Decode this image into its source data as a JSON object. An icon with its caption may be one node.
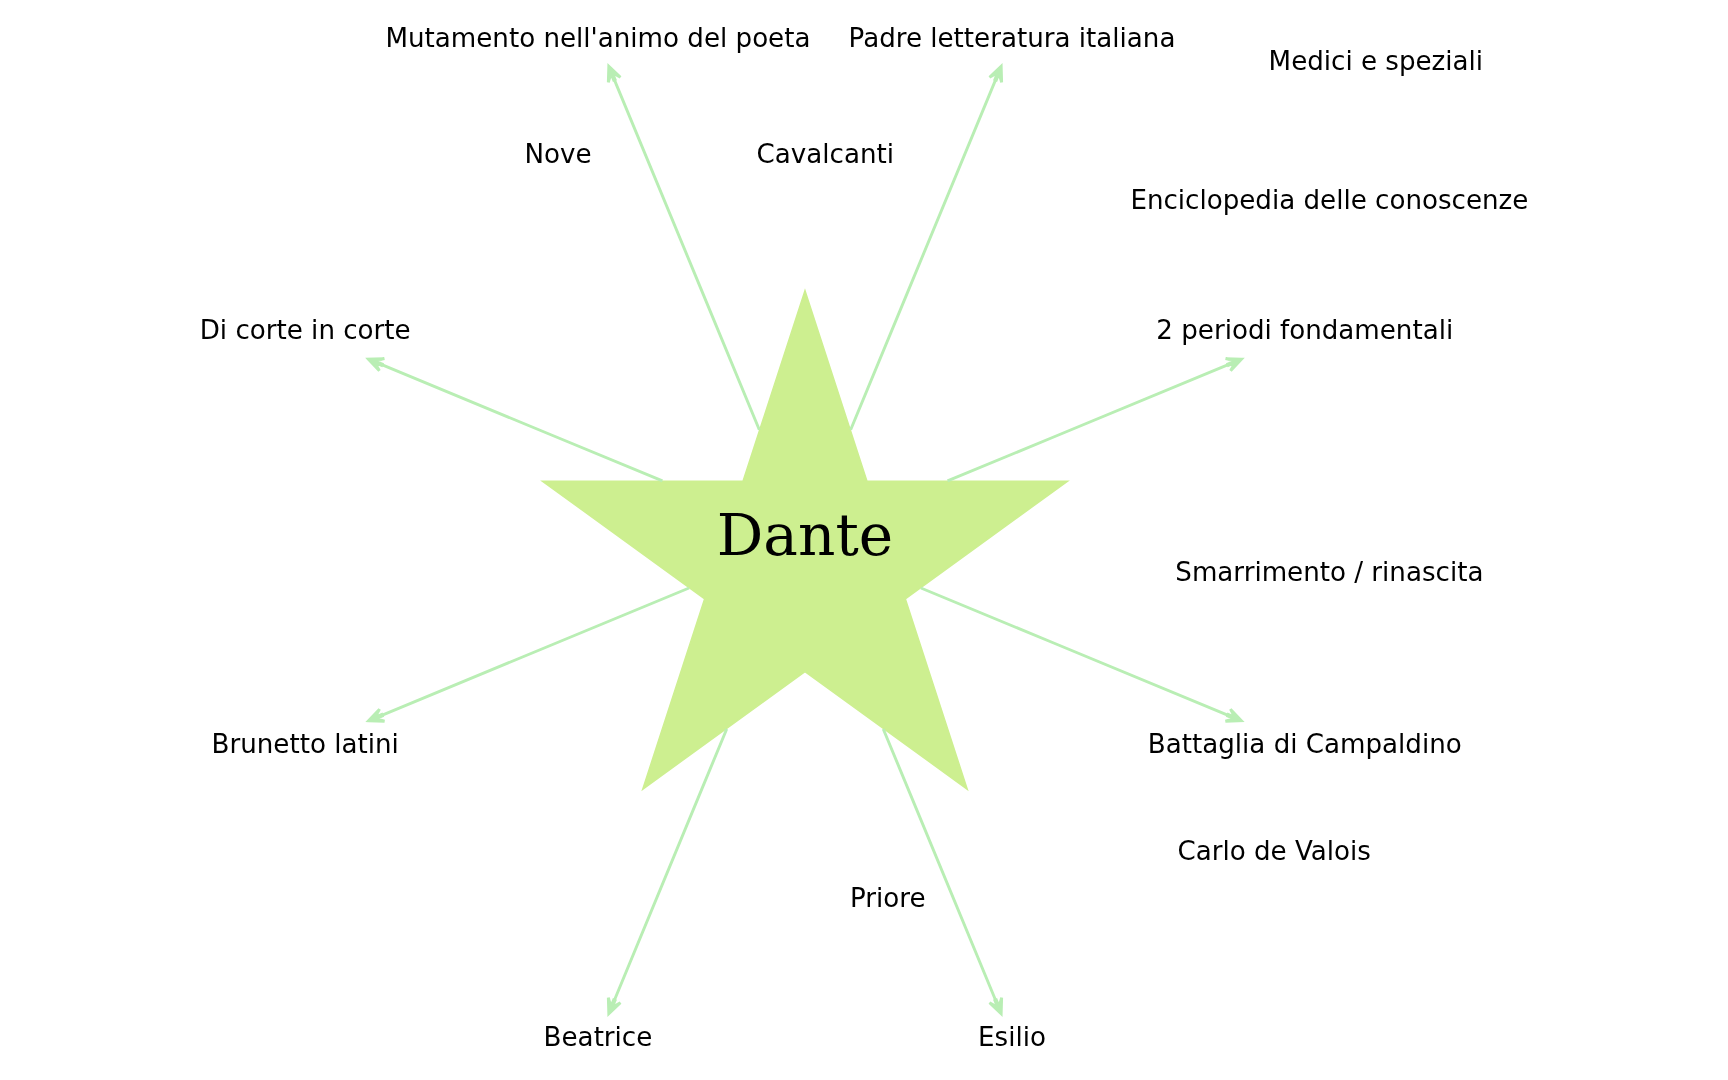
{
  "diagram": {
    "nodes": [
      {
        "text": [
          "Dante"
        ]
      },
      {
        "text": [
          "2 periodi fondamentali"
        ]
      },
      {
        "text": [
          "Padre letteratura italiana"
        ]
      },
      {
        "text": [
          "Mutamento nell'animo del poeta"
        ]
      },
      {
        "text": [
          "Di corte in corte"
        ]
      },
      {
        "text": [
          "Brunetto latini"
        ]
      },
      {
        "text": [
          "Beatrice"
        ]
      },
      {
        "text": [
          "Esilio"
        ]
      },
      {
        "text": [
          "Battaglia di Campaldino"
        ]
      }
    ],
    "edges": [
      {
        "from": 0,
        "to": 1,
        "arrow": "to"
      },
      {
        "from": 0,
        "to": 2,
        "arrow": "to"
      },
      {
        "from": 0,
        "to": 5,
        "arrow": "to"
      },
      {
        "from": 0,
        "to": 6,
        "arrow": "to"
      },
      {
        "from": 0,
        "to": 8,
        "arrow": "to"
      },
      {
        "from": 0,
        "to": 7,
        "arrow": "to"
      },
      {
        "from": 0,
        "to": 4,
        "arrow": "to"
      },
      {
        "from": 0,
        "to": 3,
        "arrow": "to"
      }
    ],
    "labels": [
      "Enciclopedia delle conoscenze",
      "Cavalcanti",
      "Nove",
      "Smarrimento / rinascita",
      "Carlo de Valois",
      "Medici e speziali",
      "Priore"
    ]
  }
}
